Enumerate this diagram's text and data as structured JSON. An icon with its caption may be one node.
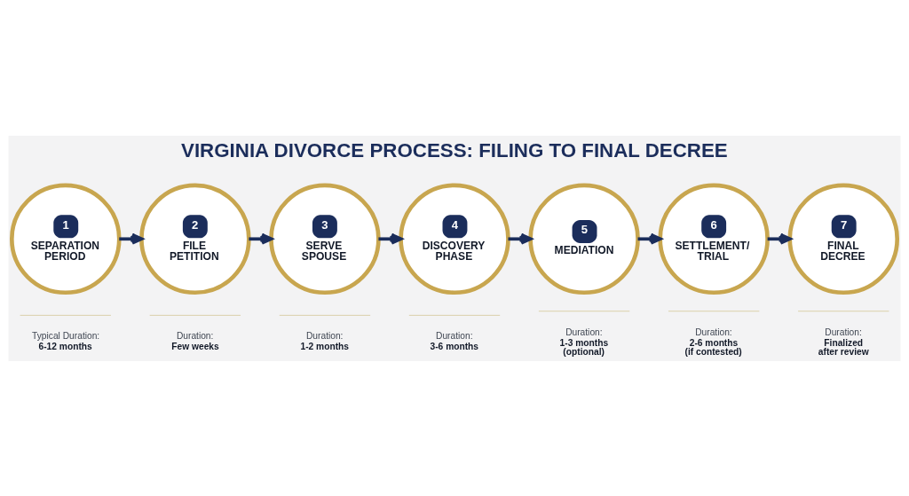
{
  "diagram": {
    "title": "VIRGINIA DIVORCE PROCESS: FILING TO FINAL DECREE",
    "nodes": [
      {
        "text": [
          "1",
          "SEPARATION PERIOD"
        ],
        "beside": [
          "Typical Duration:",
          "6-12 months"
        ]
      },
      {
        "text": [
          "2",
          "FILE PETITION"
        ],
        "beside": [
          "Duration:",
          "Few weeks"
        ]
      },
      {
        "text": [
          "3",
          "SERVE SPOUSE"
        ],
        "beside": [
          "Duration:",
          "1-2 months"
        ]
      },
      {
        "text": [
          "4",
          "DISCOVERY PHASE"
        ],
        "beside": [
          "Duration:",
          "3-6 months"
        ]
      },
      {
        "text": [
          "5",
          "MEDIATION"
        ],
        "beside": [
          "Duration:",
          "1-3 months (optional)"
        ]
      },
      {
        "text": [
          "6",
          "SETTLEMENT/ TRIAL"
        ],
        "beside": [
          "Duration:",
          "2-6 months (if contested)"
        ]
      },
      {
        "text": [
          "7",
          "FINAL DECREE"
        ],
        "beside": [
          "Duration:",
          "Finalized after review"
        ]
      }
    ],
    "edges": [
      {
        "from": 0,
        "to": 1,
        "arrow": "to"
      },
      {
        "from": 1,
        "to": 2,
        "arrow": "to"
      },
      {
        "from": 2,
        "to": 3,
        "arrow": "to"
      },
      {
        "from": 3,
        "to": 4,
        "arrow": "to"
      },
      {
        "from": 4,
        "to": 5,
        "arrow": "to"
      },
      {
        "from": 5,
        "to": 6,
        "arrow": "to"
      }
    ]
  }
}
